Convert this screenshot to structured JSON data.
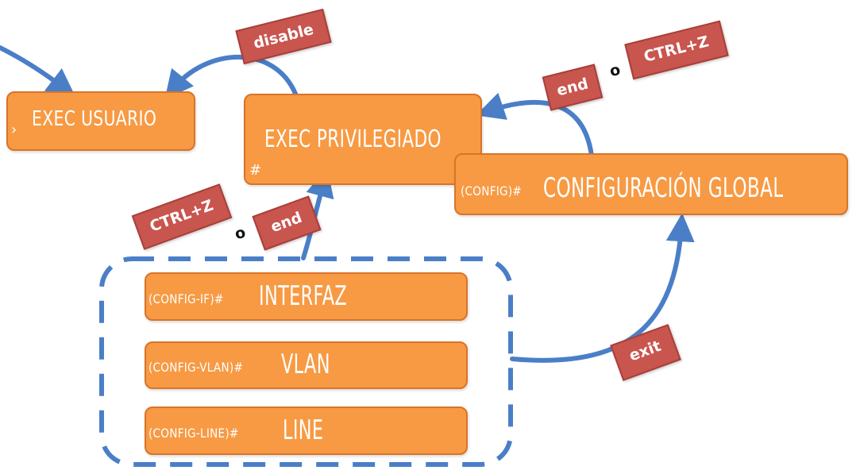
{
  "modes": {
    "user_exec": {
      "prompt": "›",
      "name": "EXEC USUARIO"
    },
    "priv_exec": {
      "prompt": "#",
      "name": "EXEC PRIVILEGIADO"
    },
    "global_config": {
      "prompt": "(CONFIG)#",
      "name": "CONFIGURACIÓN GLOBAL"
    },
    "interface": {
      "prompt": "(CONFIG-IF)#",
      "name": "INTERFAZ"
    },
    "vlan": {
      "prompt": "(CONFIG-VLAN)#",
      "name": "VLAN"
    },
    "line": {
      "prompt": "(CONFIG-LINE)#",
      "name": "LINE"
    }
  },
  "commands": {
    "disable": "disable",
    "end_top": "end",
    "or_top": "o",
    "ctrlz_top": "CTRL+Z",
    "ctrlz_left": "CTRL+Z",
    "or_left": "o",
    "end_left": "end",
    "exit": "exit"
  },
  "colors": {
    "box_fill": "#f79a43",
    "box_border": "#d9742a",
    "tag_fill": "#c9554f",
    "arrow": "#4a7fc7",
    "dashed_group": "#4a7fc7"
  }
}
